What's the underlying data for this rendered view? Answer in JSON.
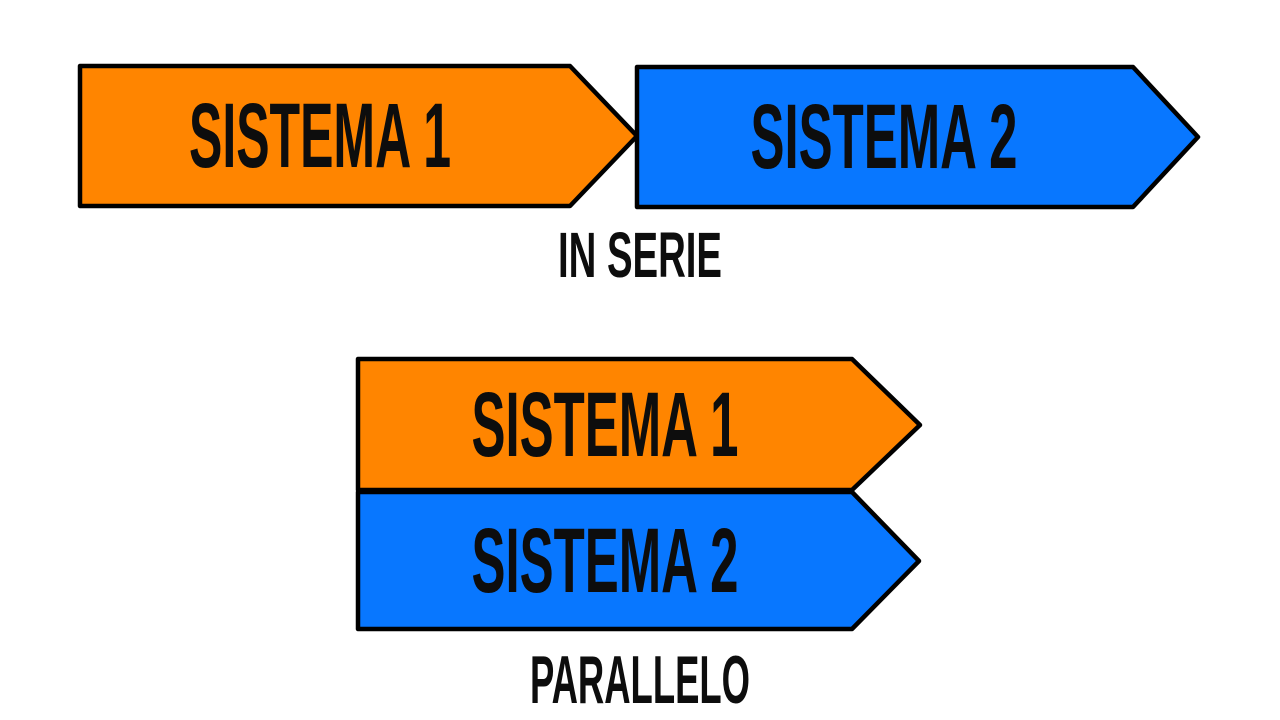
{
  "colors": {
    "orange": "#FF8500",
    "blue": "#0877FF",
    "outline": "#000000",
    "background": "#FFFFFF",
    "text": "#0D0D0D"
  },
  "series_group": {
    "arrow1_label": "SISTEMA 1",
    "arrow2_label": "SISTEMA 2",
    "caption": "IN SERIE"
  },
  "parallel_group": {
    "arrow1_label": "SISTEMA 1",
    "arrow2_label": "SISTEMA 2",
    "caption": "PARALLELO"
  }
}
